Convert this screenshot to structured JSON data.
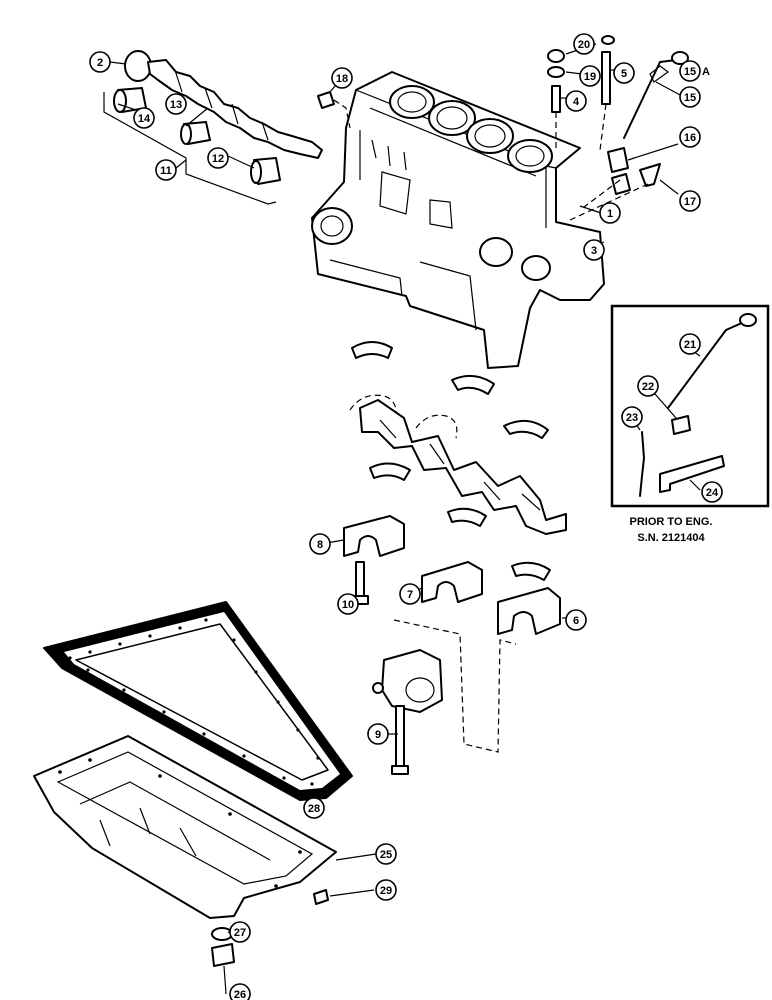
{
  "figure": {
    "inset_caption_line1": "PRIOR TO ENG.",
    "inset_caption_line2": "S.N. 2121404",
    "colors": {
      "ink": "#000000",
      "paper": "#ffffff"
    }
  },
  "callouts": [
    {
      "label": "1"
    },
    {
      "label": "2"
    },
    {
      "label": "3"
    },
    {
      "label": "4"
    },
    {
      "label": "5"
    },
    {
      "label": "6"
    },
    {
      "label": "7"
    },
    {
      "label": "8"
    },
    {
      "label": "9"
    },
    {
      "label": "10"
    },
    {
      "label": "11"
    },
    {
      "label": "12"
    },
    {
      "label": "13"
    },
    {
      "label": "14"
    },
    {
      "label": "15"
    },
    {
      "label": "A"
    },
    {
      "label": "15"
    },
    {
      "label": "16"
    },
    {
      "label": "17"
    },
    {
      "label": "18"
    },
    {
      "label": "19"
    },
    {
      "label": "20"
    },
    {
      "label": "21"
    },
    {
      "label": "22"
    },
    {
      "label": "23"
    },
    {
      "label": "24"
    },
    {
      "label": "25"
    },
    {
      "label": "26"
    },
    {
      "label": "27"
    },
    {
      "label": "28"
    },
    {
      "label": "29"
    }
  ]
}
